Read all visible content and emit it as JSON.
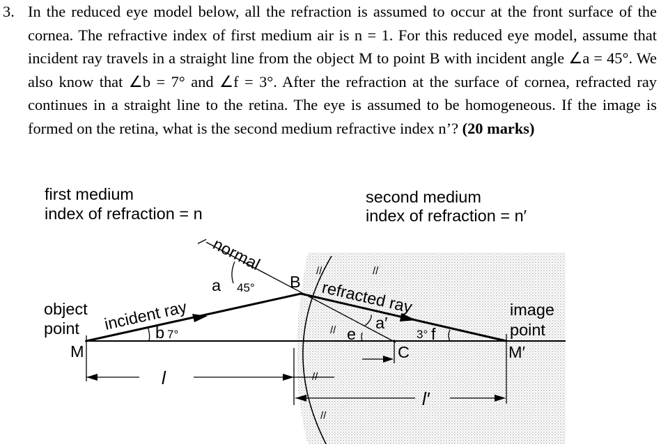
{
  "question": {
    "number": "3.",
    "text": "In the reduced eye model below, all the refraction is assumed to occur at the front surface of the cornea. The refractive index of first medium air is n = 1. For this reduced eye model, assume that incident ray travels in a straight line from the object M to point B with incident angle ∠a = 45°. We also know that ∠b = 7° and ∠f = 3°. After the refraction at the surface of cornea, refracted ray continues in a straight line to the retina. The eye is assumed to be homogeneous. If the image is formed on the retina, what is the second medium refractive index n’?",
    "marks": "(20 marks)"
  },
  "figure": {
    "first_medium": "first medium",
    "first_index": "index of refraction = n",
    "second_medium": "second medium",
    "second_index": "index of refraction = n′",
    "normal": "normal",
    "angle_a": "a",
    "angle_a_value": "45°",
    "point_b": "B",
    "incident_ray": "incident ray",
    "object_line1": "object",
    "object_line2": "point",
    "point_m": "M",
    "angle_b": "b",
    "angle_b_value": "7°",
    "refracted_ray": "refracted ray",
    "angle_a_prime": "a′",
    "angle_e": "e",
    "point_c": "C",
    "angle_f_value": "3°",
    "angle_f": "f",
    "image_line1": "image",
    "image_line2": "point",
    "point_m_prime": "M′",
    "distance_l": "l",
    "distance_l_prime": "l′",
    "mark_ticks": "//"
  }
}
